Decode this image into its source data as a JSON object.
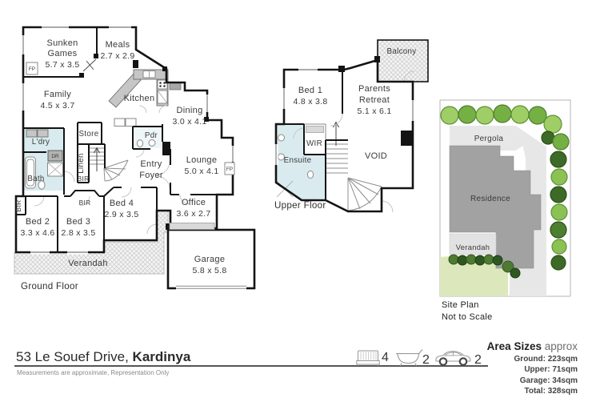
{
  "ground_floor": {
    "label": "Ground Floor",
    "rooms": {
      "sunken_games": {
        "line1": "Sunken",
        "line2": "Games",
        "dims": "5.7 x 3.5"
      },
      "meals": {
        "name": "Meals",
        "dims": "2.7 x 2.9"
      },
      "family": {
        "name": "Family",
        "dims": "4.5 x 3.7"
      },
      "kitchen": {
        "name": "Kitchen"
      },
      "dining": {
        "name": "Dining",
        "dims": "3.0 x 4.1"
      },
      "lounge": {
        "name": "Lounge",
        "dims": "5.0 x 4.1"
      },
      "entry": {
        "line1": "Entry",
        "line2": "Foyer"
      },
      "office": {
        "name": "Office",
        "dims": "3.6 x 2.7"
      },
      "ldry": {
        "name": "L'dry"
      },
      "store": {
        "name": "Store"
      },
      "linen": {
        "name": "Linen"
      },
      "pdr": {
        "name": "Pdr"
      },
      "bath": {
        "name": "Bath"
      },
      "dr": {
        "name": "DR"
      },
      "bir": {
        "name": "BIR"
      },
      "fp": {
        "name": "FP"
      },
      "bed2": {
        "name": "Bed 2",
        "dims": "3.3 x 4.6"
      },
      "bed3": {
        "name": "Bed 3",
        "dims": "2.8 x 3.5"
      },
      "bed4": {
        "name": "Bed 4",
        "dims": "2.9 x 3.5"
      },
      "verandah": {
        "name": "Verandah"
      },
      "garage": {
        "name": "Garage",
        "dims": "5.8 x 5.8"
      }
    }
  },
  "upper_floor": {
    "label": "Upper Floor",
    "rooms": {
      "bed1": {
        "name": "Bed 1",
        "dims": "4.8 x 3.8"
      },
      "parents": {
        "line1": "Parents",
        "line2": "Retreat",
        "dims": "5.1 x 6.1"
      },
      "balcony": {
        "name": "Balcony"
      },
      "wir": {
        "name": "WIR"
      },
      "ensuite": {
        "name": "Ensuite"
      },
      "void": {
        "name": "VOID"
      }
    }
  },
  "site_plan": {
    "pergola": "Pergola",
    "residence": "Residence",
    "verandah": "Verandah",
    "caption1": "Site Plan",
    "caption2": "Not to Scale"
  },
  "footer": {
    "address_regular": "53 Le Souef Drive,",
    "address_bold": "Kardinya",
    "disclaimer": "Measurements are approximate, Representation Only",
    "counts": {
      "beds": "4",
      "baths": "2",
      "cars": "2"
    }
  },
  "area_sizes": {
    "title_bold": "Area Sizes",
    "title_light": " approx",
    "rows": [
      {
        "text": "Ground: 223sqm"
      },
      {
        "text": "Upper: 71sqm"
      },
      {
        "text": "Garage: 34sqm"
      },
      {
        "text": "Total: 328sqm"
      }
    ]
  },
  "colors": {
    "wall": "#141414",
    "wet_area": "#d9ebee",
    "counter_gray": "#c6c6c6",
    "hatch_line": "#c9c9c9",
    "residence_gray": "#a2a2a2",
    "paving_gray": "#e7e7e7",
    "lawn_green": "#dce8bb",
    "tree_light": "#9fce66",
    "tree_mid": "#74b043",
    "tree_dark": "#3d6a27"
  }
}
